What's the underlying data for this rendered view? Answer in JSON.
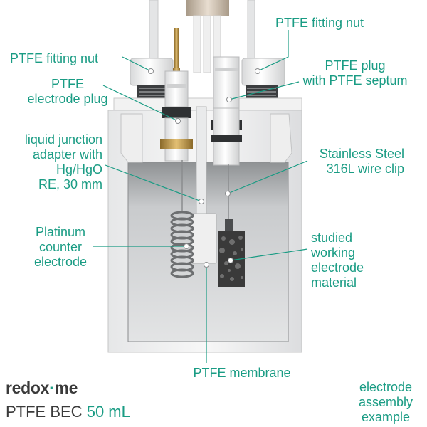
{
  "labels": {
    "fitting_nut_top_right": "PTFE fitting nut",
    "fitting_nut_left": "PTFE fitting nut",
    "electrode_plug": [
      "PTFE",
      "electrode plug"
    ],
    "plug_with_septum": [
      "PTFE plug",
      "with PTFE septum"
    ],
    "liquid_junction": [
      "liquid junction",
      "adapter with",
      "Hg/HgO",
      "RE, 30 mm"
    ],
    "wire_clip": [
      "Stainless Steel",
      "316L wire clip"
    ],
    "counter_electrode": [
      "Platinum",
      "counter",
      "electrode"
    ],
    "working_electrode": [
      "studied",
      "working",
      "electrode",
      "material"
    ],
    "membrane": "PTFE membrane",
    "assembly_example": [
      "electrode",
      "assembly",
      "example"
    ]
  },
  "brand": {
    "name_part1": "redox",
    "name_dot": "·",
    "name_part2": "me"
  },
  "product": {
    "name": "PTFE BEC",
    "volume": "50 mL"
  },
  "colors": {
    "accent": "#1a9c84",
    "text_dark": "#3a3a3a"
  }
}
